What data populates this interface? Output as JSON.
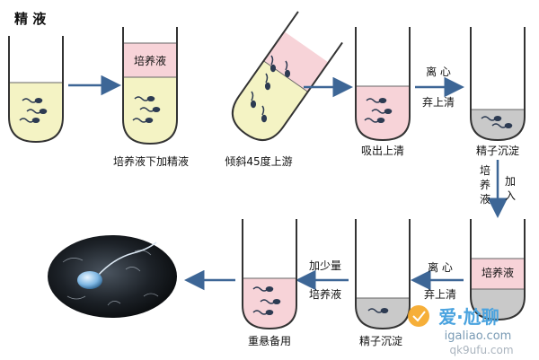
{
  "title": "精 液",
  "colors": {
    "semen": "#f4f3c4",
    "culture": "#f7d3d8",
    "pellet": "#c9c9c9",
    "arrow": "#3d6696",
    "sperm": "#2d3b52"
  },
  "steps": [
    {
      "label": "培养液下加精液",
      "tube_text": "培养液"
    },
    {
      "label": "倾斜45度上游"
    },
    {
      "label": "吸出上清"
    },
    {
      "label": "精子沉淀"
    },
    {
      "tube_text": "培养液"
    },
    {
      "label": "精子沉淀"
    },
    {
      "label": "重悬备用"
    }
  ],
  "arrows": {
    "centrifuge_top": "离 心",
    "discard_top": "弃上清",
    "add_left": "加",
    "add_right": "入",
    "add_culture_1": "培",
    "add_culture_2": "养",
    "add_culture_3": "液",
    "centrifuge_bottom": "离 心",
    "discard_bottom": "弃上清",
    "add_small": "加少量",
    "culture_liquid": "培养液"
  },
  "watermark": {
    "brand": "爱·尬聊",
    "site": "igaliao.com",
    "site2": "qk9ufu.com"
  },
  "photo_icon": "sperm-microscopy-photo"
}
